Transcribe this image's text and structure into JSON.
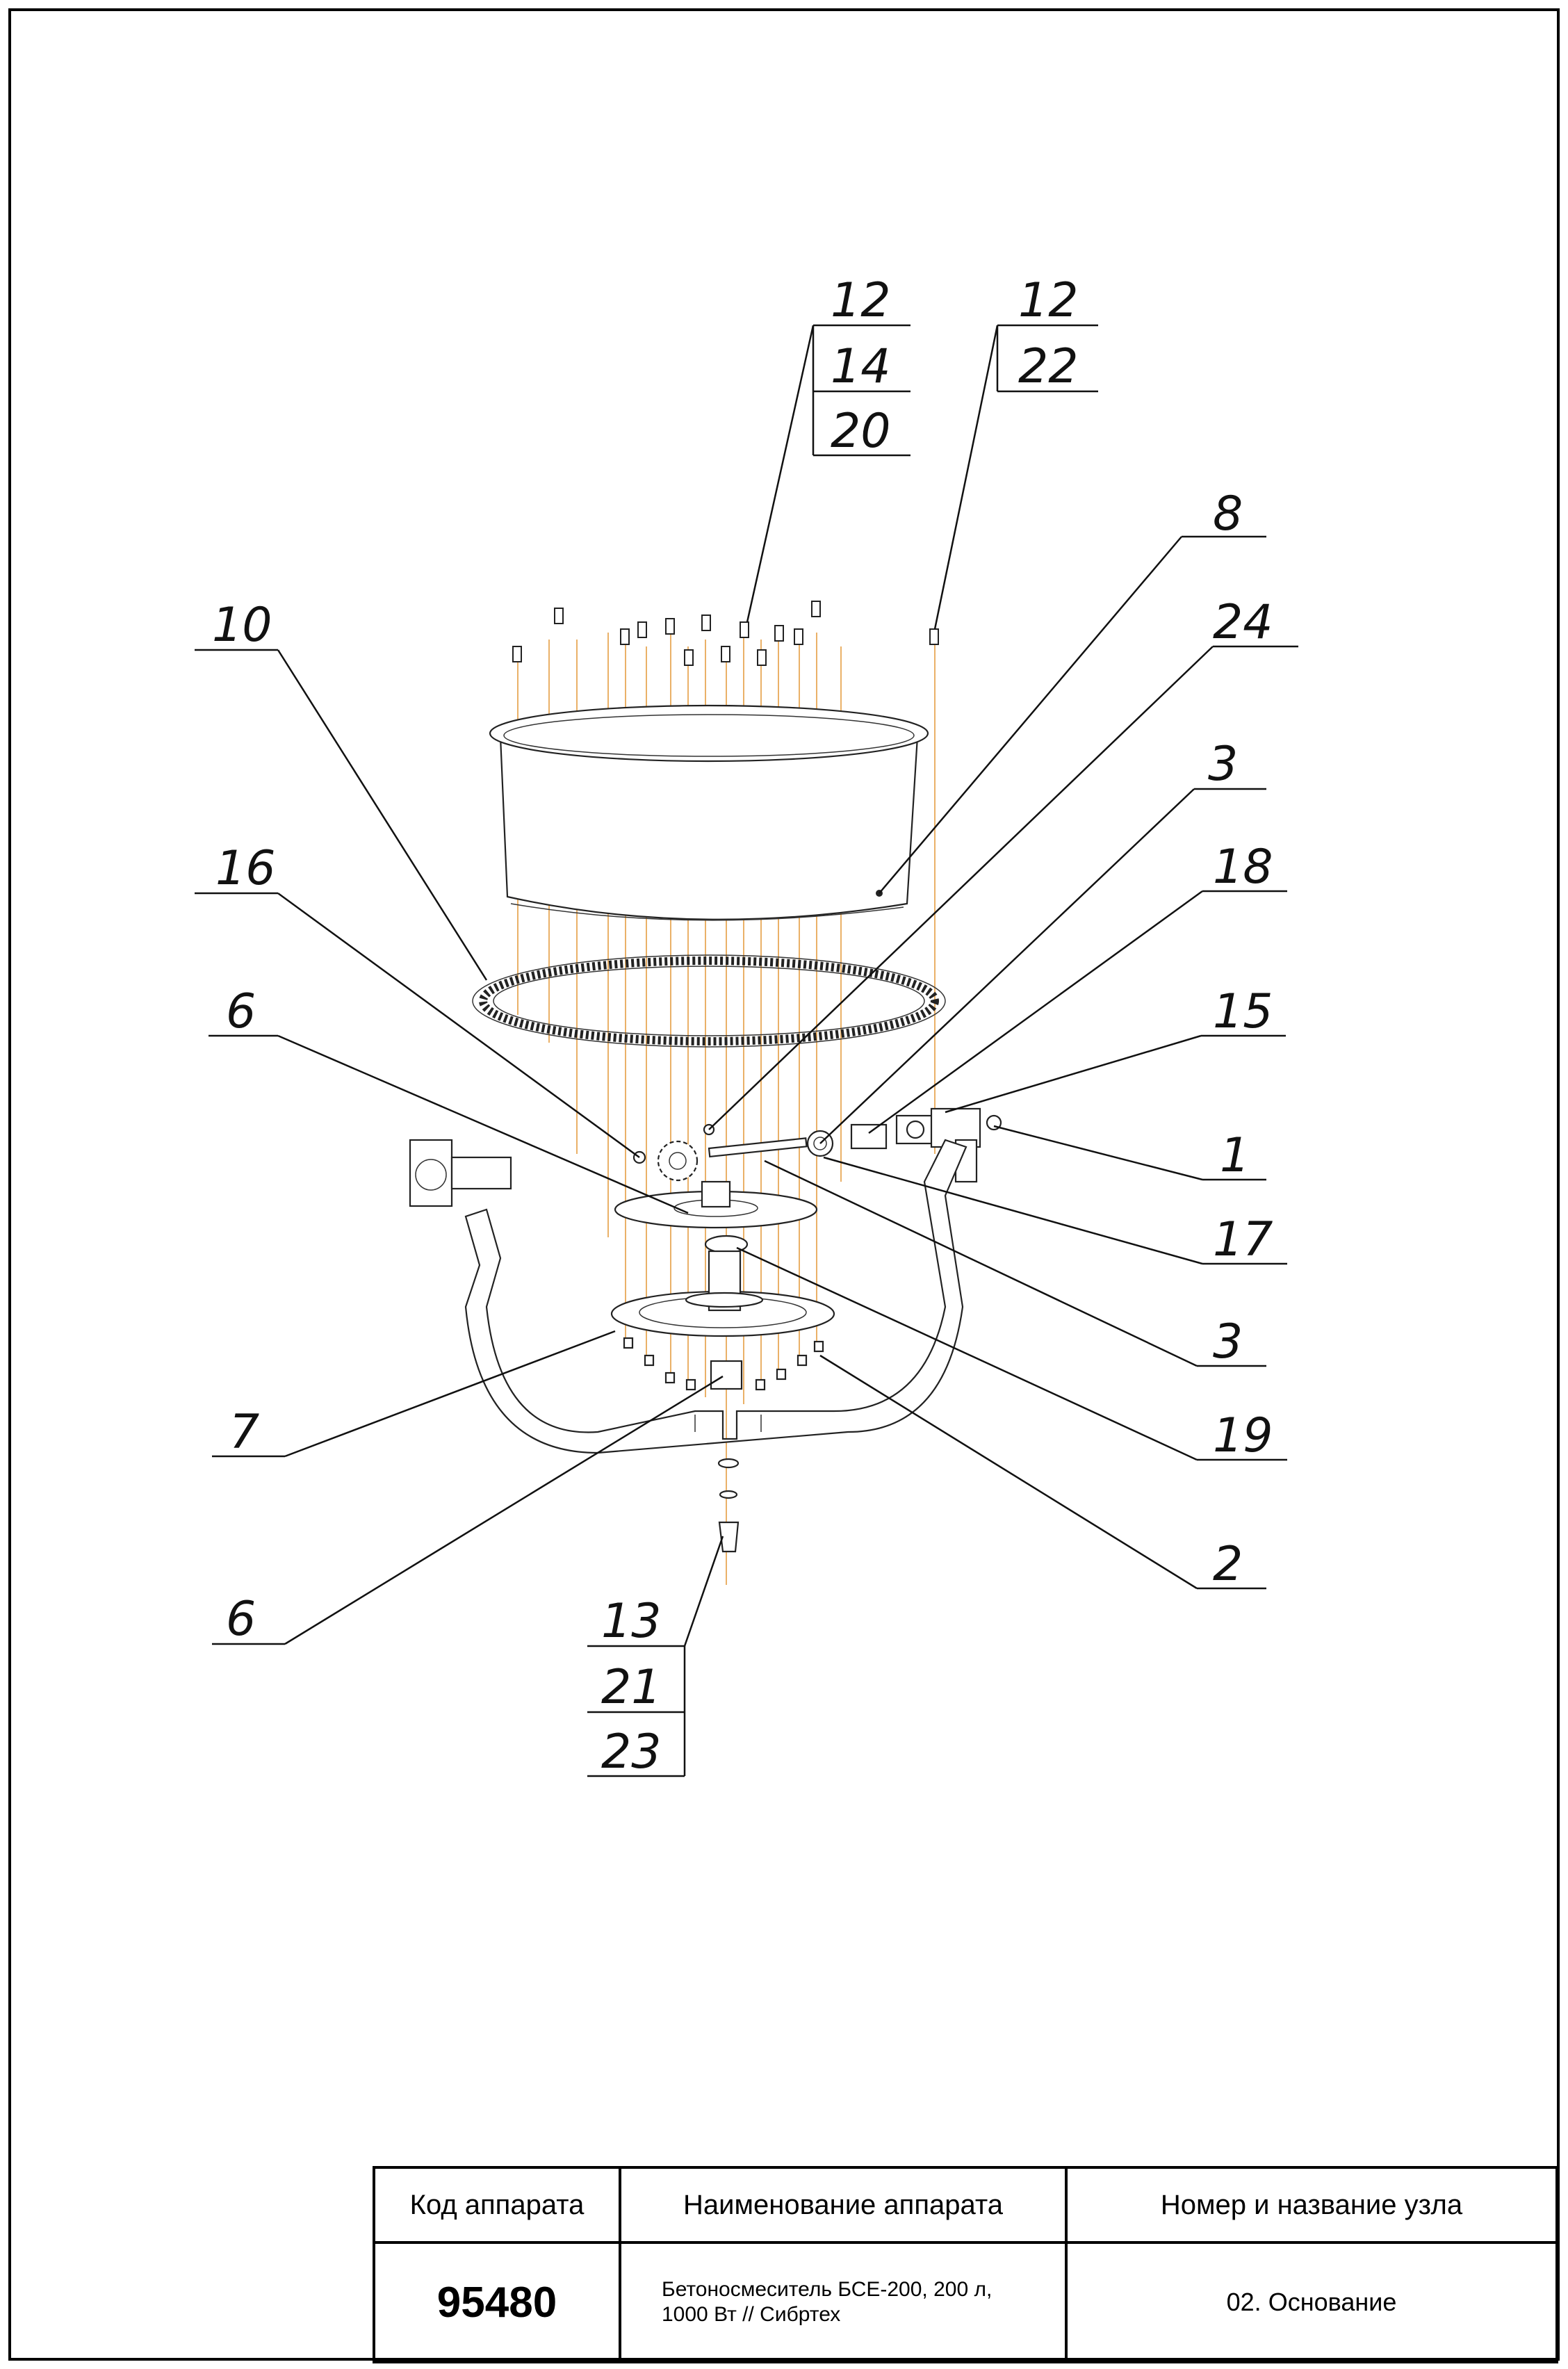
{
  "callouts": {
    "c1": "1",
    "c2": "2",
    "c3a": "3",
    "c3b": "3",
    "c6a": "6",
    "c6b": "6",
    "c7": "7",
    "c8": "8",
    "c10": "10",
    "c12a": "12",
    "c14": "14",
    "c20": "20",
    "c12b": "12",
    "c22": "22",
    "c13": "13",
    "c21": "21",
    "c23": "23",
    "c15": "15",
    "c16": "16",
    "c17": "17",
    "c18": "18",
    "c19": "19",
    "c24": "24"
  },
  "title_block": {
    "code_header": "Код аппарата",
    "name_header": "Наименование аппарата",
    "node_header": "Номер и название узла",
    "code_value": "95480",
    "name_value": "Бетоносмеситель БСЕ-200, 200 л,\n1000 Вт // Сибртех",
    "node_value": "02. Основание"
  }
}
